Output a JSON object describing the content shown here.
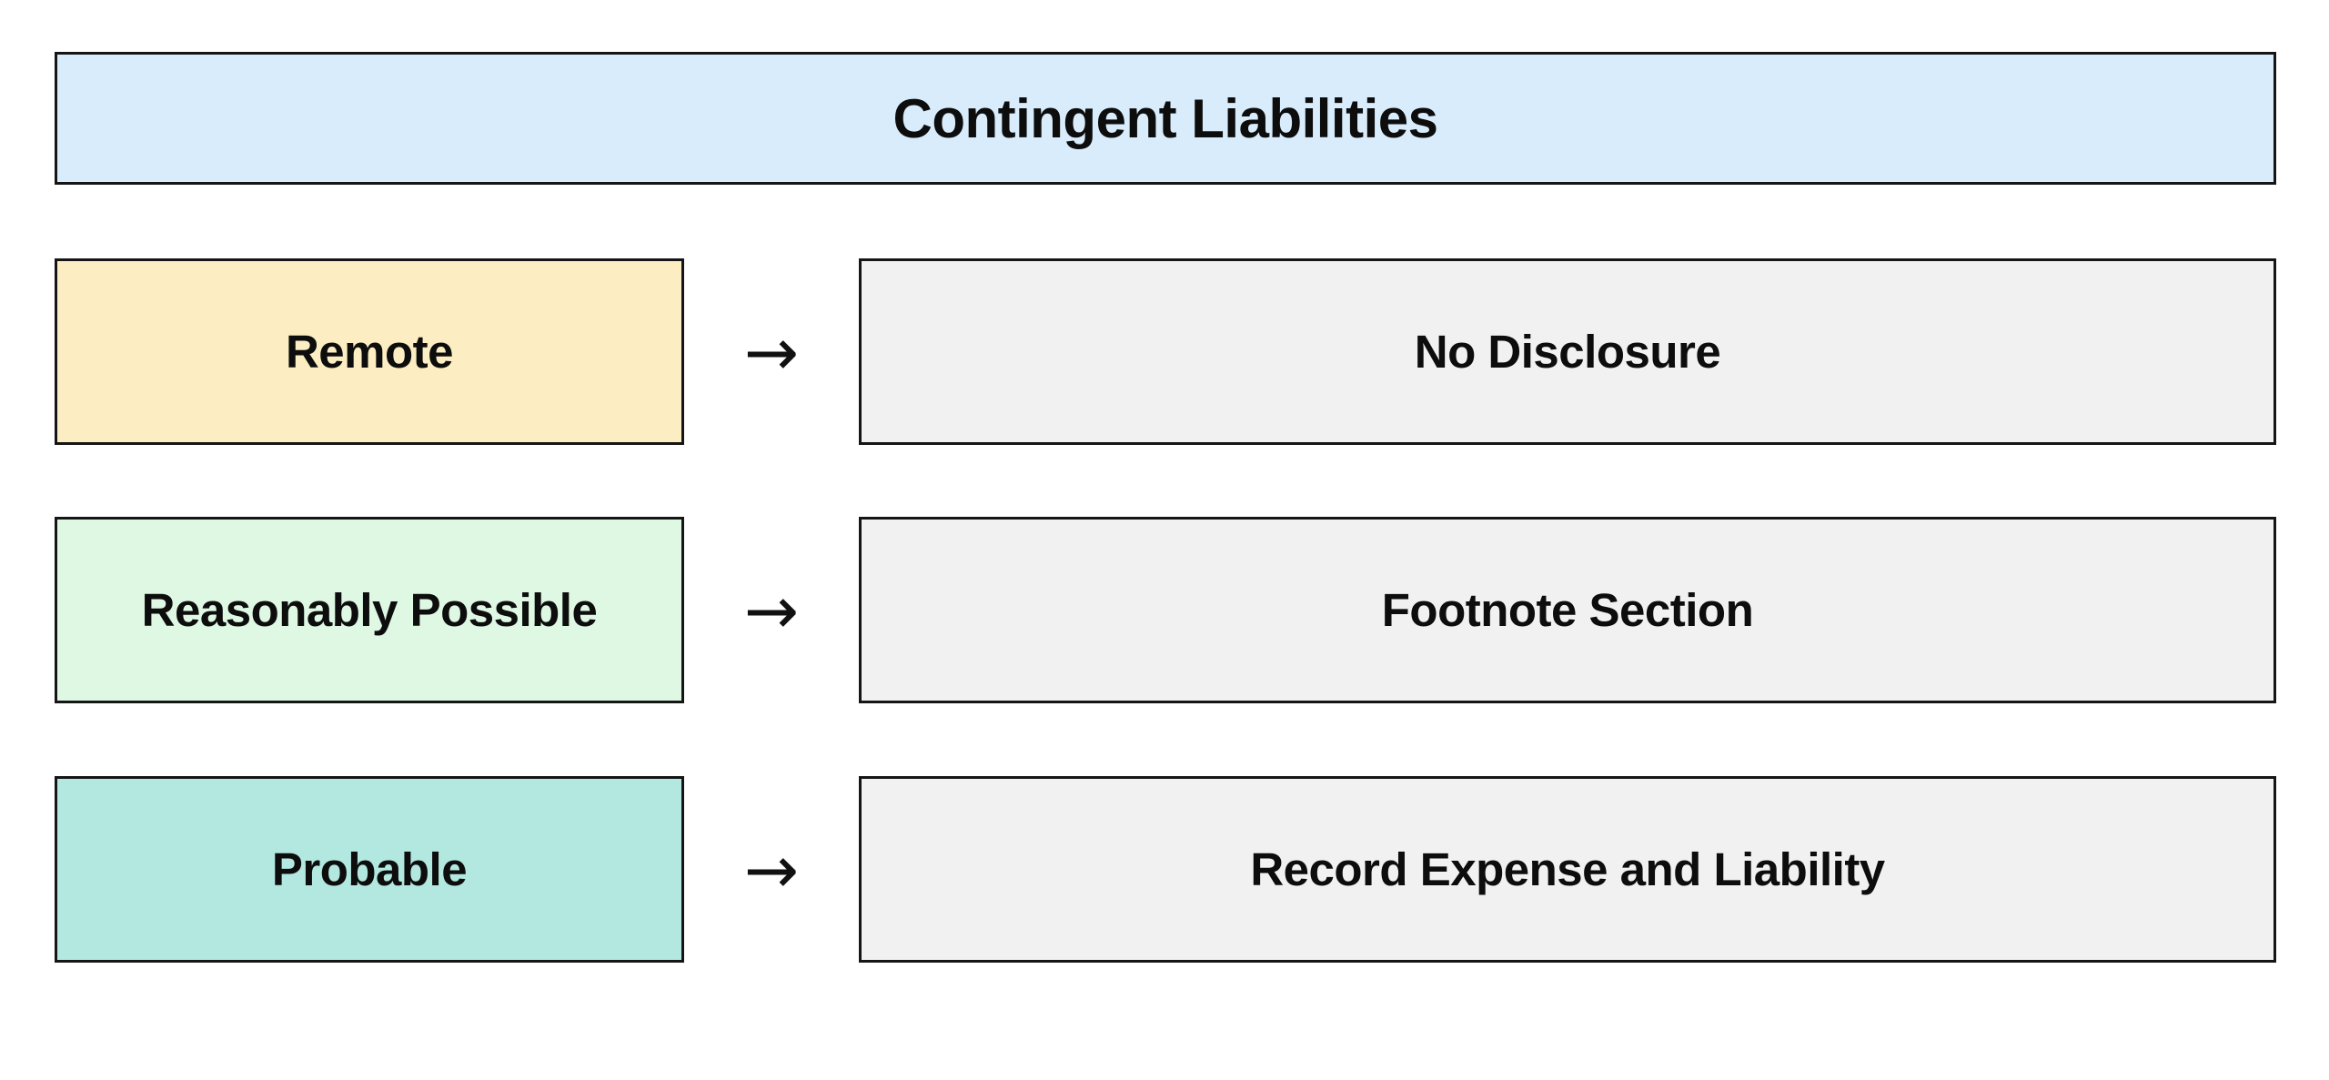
{
  "diagram": {
    "title": "Contingent Liabilities",
    "arrow_glyph": "→",
    "rows": [
      {
        "likelihood": "Remote",
        "outcome": "No Disclosure",
        "likelihood_color": "#fceec2"
      },
      {
        "likelihood": "Reasonably Possible",
        "outcome": "Footnote Section",
        "likelihood_color": "#def8e4"
      },
      {
        "likelihood": "Probable",
        "outcome": "Record Expense and Liability",
        "likelihood_color": "#b2e8e0"
      }
    ],
    "colors": {
      "title_bg": "#d8ecfb",
      "outcome_bg": "#f1f1f1",
      "border": "#151515",
      "text": "#0d0d0d",
      "page_bg": "#ffffff"
    }
  }
}
